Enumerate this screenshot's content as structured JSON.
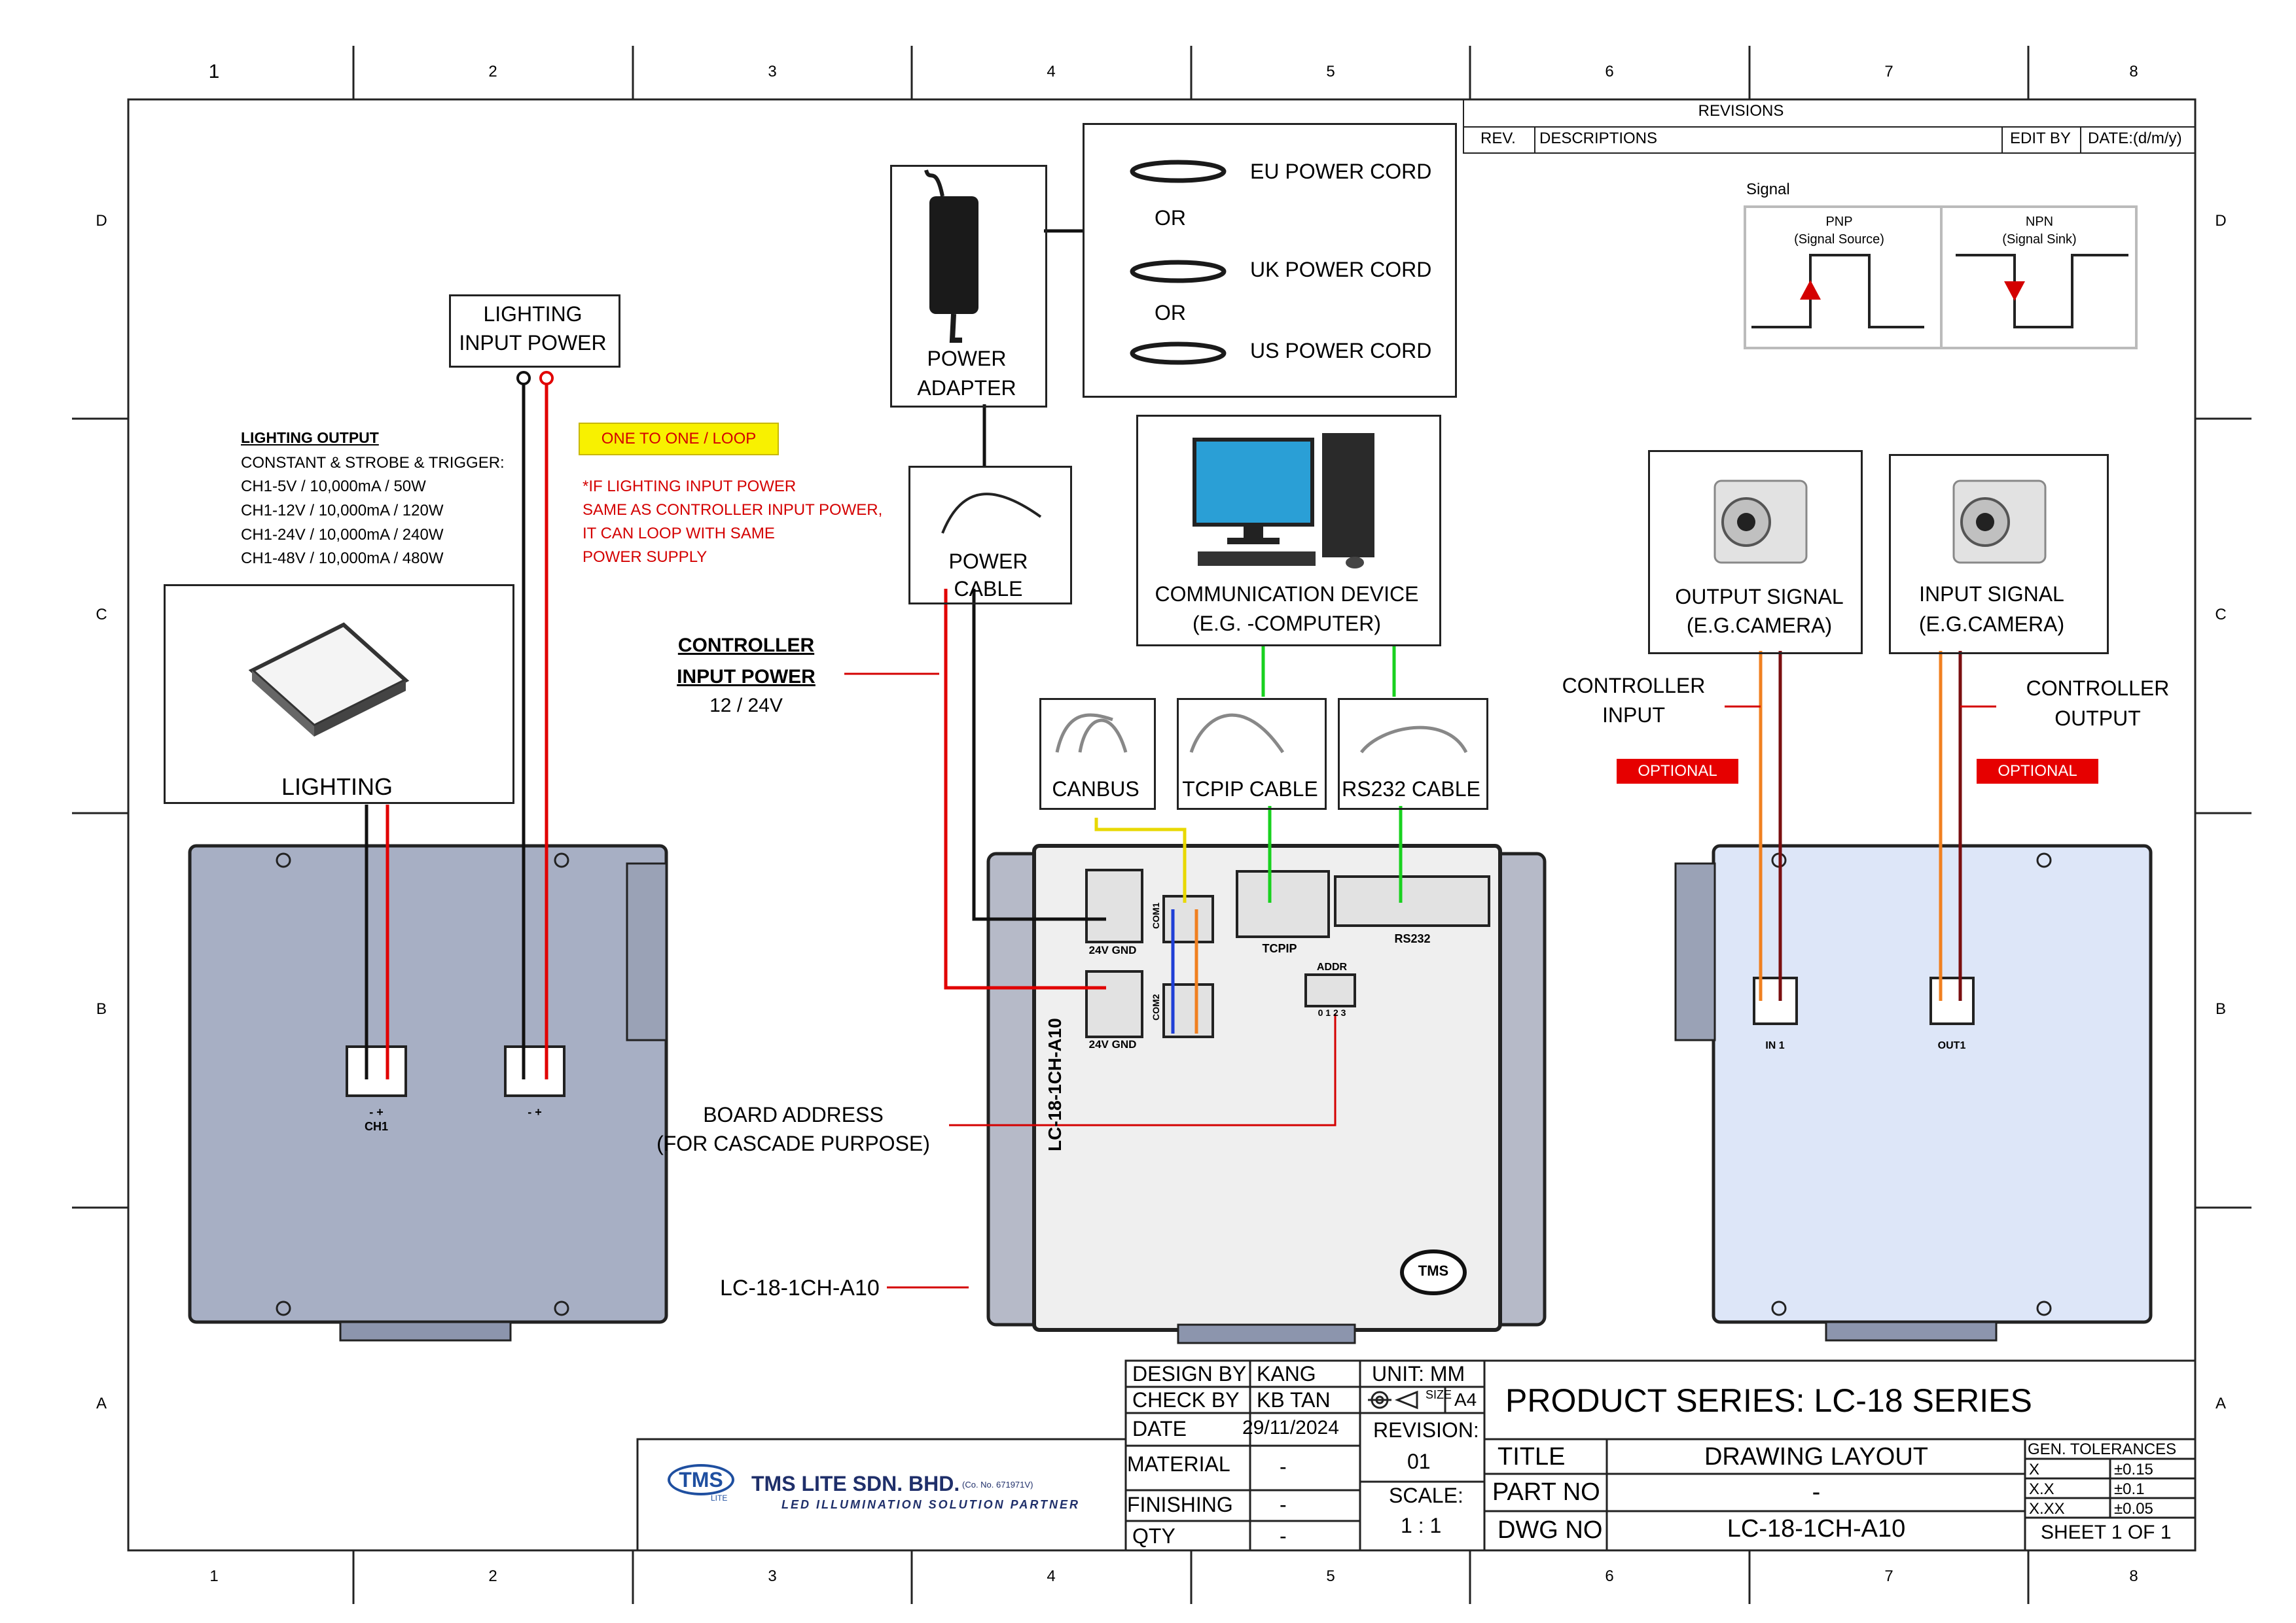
{
  "zones": {
    "columns": [
      "1",
      "2",
      "3",
      "4",
      "5",
      "6",
      "7",
      "8"
    ],
    "rows": [
      "D",
      "C",
      "B",
      "A"
    ]
  },
  "revisions": {
    "title": "REVISIONS",
    "rev": "REV.",
    "descriptions": "DESCRIPTIONS",
    "edit_by": "EDIT BY",
    "date": "DATE:(d/m/y)"
  },
  "signal": {
    "title": "Signal",
    "pnp": "PNP",
    "pnp_sub": "(Signal Source)",
    "npn": "NPN",
    "npn_sub": "(Signal Sink)"
  },
  "power": {
    "eu": "EU POWER CORD",
    "or1": "OR",
    "uk": "UK POWER CORD",
    "or2": "OR",
    "us": "US POWER CORD",
    "adapter_line1": "POWER",
    "adapter_line2": "ADAPTER",
    "cable_line1": "POWER",
    "cable_line2": "CABLE"
  },
  "lighting_input": {
    "line1": "LIGHTING",
    "line2": "INPUT POWER"
  },
  "lighting_output": {
    "title": "LIGHTING OUTPUT",
    "lines": [
      "CONSTANT & STROBE & TRIGGER:",
      "CH1-5V / 10,000mA / 50W",
      "CH1-12V / 10,000mA / 120W",
      "CH1-24V / 10,000mA / 240W",
      "CH1-48V / 10,000mA / 480W"
    ]
  },
  "loop_note": {
    "tag": "ONE TO ONE / LOOP",
    "lines": [
      "*IF LIGHTING INPUT POWER",
      "SAME AS CONTROLLER INPUT POWER,",
      "IT CAN LOOP WITH SAME",
      "POWER SUPPLY"
    ]
  },
  "lighting_label": "LIGHTING",
  "controller_power": {
    "line1": "CONTROLLER",
    "line2": "INPUT POWER",
    "line3": "12 / 24V"
  },
  "comm_device": {
    "line1": "COMMUNICATION DEVICE",
    "line2": "(E.G. -COMPUTER)"
  },
  "cables": {
    "canbus": "CANBUS",
    "tcpip": "TCPIP CABLE",
    "rs232": "RS232 CABLE"
  },
  "camera_out": {
    "line1": "OUTPUT SIGNAL",
    "line2": "(E.G.CAMERA)"
  },
  "camera_in": {
    "line1": "INPUT SIGNAL",
    "line2": "(E.G.CAMERA)"
  },
  "ctrl_input": {
    "line1": "CONTROLLER",
    "line2": "INPUT",
    "tag": "OPTIONAL"
  },
  "ctrl_output": {
    "line1": "CONTROLLER",
    "line2": "OUTPUT",
    "tag": "OPTIONAL"
  },
  "board_address": {
    "line1": "BOARD ADDRESS",
    "line2": "(FOR CASCADE PURPOSE)"
  },
  "model_label": "LC-18-1CH-A10",
  "device_marks": {
    "ch1": "CH1",
    "pm": "- +",
    "gnd1": "24V GND",
    "gnd2": "24V GND",
    "tcpip": "TCPIP",
    "rs232": "RS232",
    "addr": "ADDR",
    "addr_nums": "0 1 2 3",
    "side_model": "LC-18-1CH-A10",
    "com1": "COM1",
    "com2": "COM2",
    "in1": "IN 1",
    "out1": "OUT1",
    "tms_logo": "TMS"
  },
  "title_block": {
    "design_by_label": "DESIGN BY",
    "design_by": "KANG",
    "check_by_label": "CHECK BY",
    "check_by": "KB TAN",
    "date_label": "DATE",
    "date": "29/11/2024",
    "material_label": "MATERIAL",
    "material": "-",
    "finishing_label": "FINISHING",
    "finishing": "-",
    "qty_label": "QTY",
    "qty": "-",
    "unit": "UNIT:  MM",
    "size_label": "SIZE",
    "size": "A4",
    "revision_label": "REVISION:",
    "revision": "01",
    "scale_label": "SCALE:",
    "scale": "1 : 1",
    "product_series": "PRODUCT SERIES: LC-18 SERIES",
    "title_label": "TITLE",
    "title": "DRAWING LAYOUT",
    "part_label": "PART NO",
    "part": "-",
    "dwg_label": "DWG NO",
    "dwg": "LC-18-1CH-A10",
    "tol_title": "GEN. TOLERANCES",
    "tol": [
      [
        "X",
        "±0.15"
      ],
      [
        "X.X",
        "±0.1"
      ],
      [
        "X.XX",
        "±0.05"
      ]
    ],
    "sheet": "SHEET 1 OF 1",
    "company": "TMS LITE SDN. BHD.",
    "company_reg": "(Co. No. 671971V)",
    "tagline": "LED ILLUMINATION SOLUTION PARTNER",
    "logo": "TMS",
    "logo_sub": "LITE"
  }
}
